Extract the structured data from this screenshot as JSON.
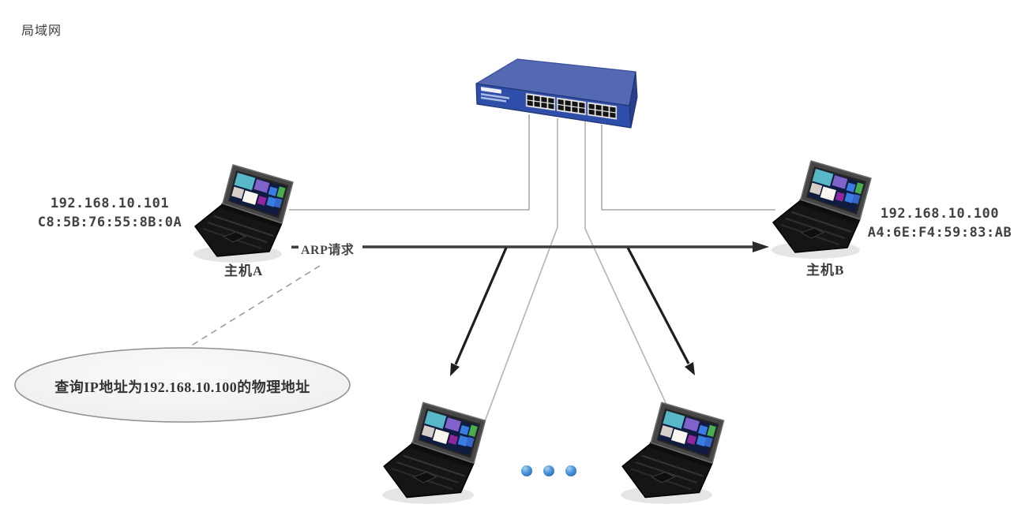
{
  "diagram": {
    "title": "局域网",
    "arp": {
      "label": "ARP请求"
    },
    "hosts": {
      "a": {
        "ip": "192.168.10.101",
        "mac": "C8:5B:76:55:8B:0A",
        "label": "主机A"
      },
      "b": {
        "ip": "192.168.10.100",
        "mac": "A4:6E:F4:59:83:AB",
        "label": "主机B"
      }
    },
    "callout": {
      "text": "查询IP地址为192.168.10.100的物理地址"
    },
    "devices": {
      "switch": "24-port-network-switch",
      "laptop_count": 4,
      "ellipsis_dot_count": 3
    },
    "colors": {
      "wire": "#a9a9a9",
      "arp_arrow": "#3d3d3d",
      "broadcast_arrow": "#1e1e1e",
      "dashed_connector": "#9c9c9c",
      "callout_fill": "#f4f4f4",
      "callout_stroke": "#8f8f8f",
      "switch_top": "#5569b3",
      "switch_front": "#2f4ea9",
      "dot_blue": "#2e7bc4",
      "text": "#3f3f3f"
    }
  }
}
